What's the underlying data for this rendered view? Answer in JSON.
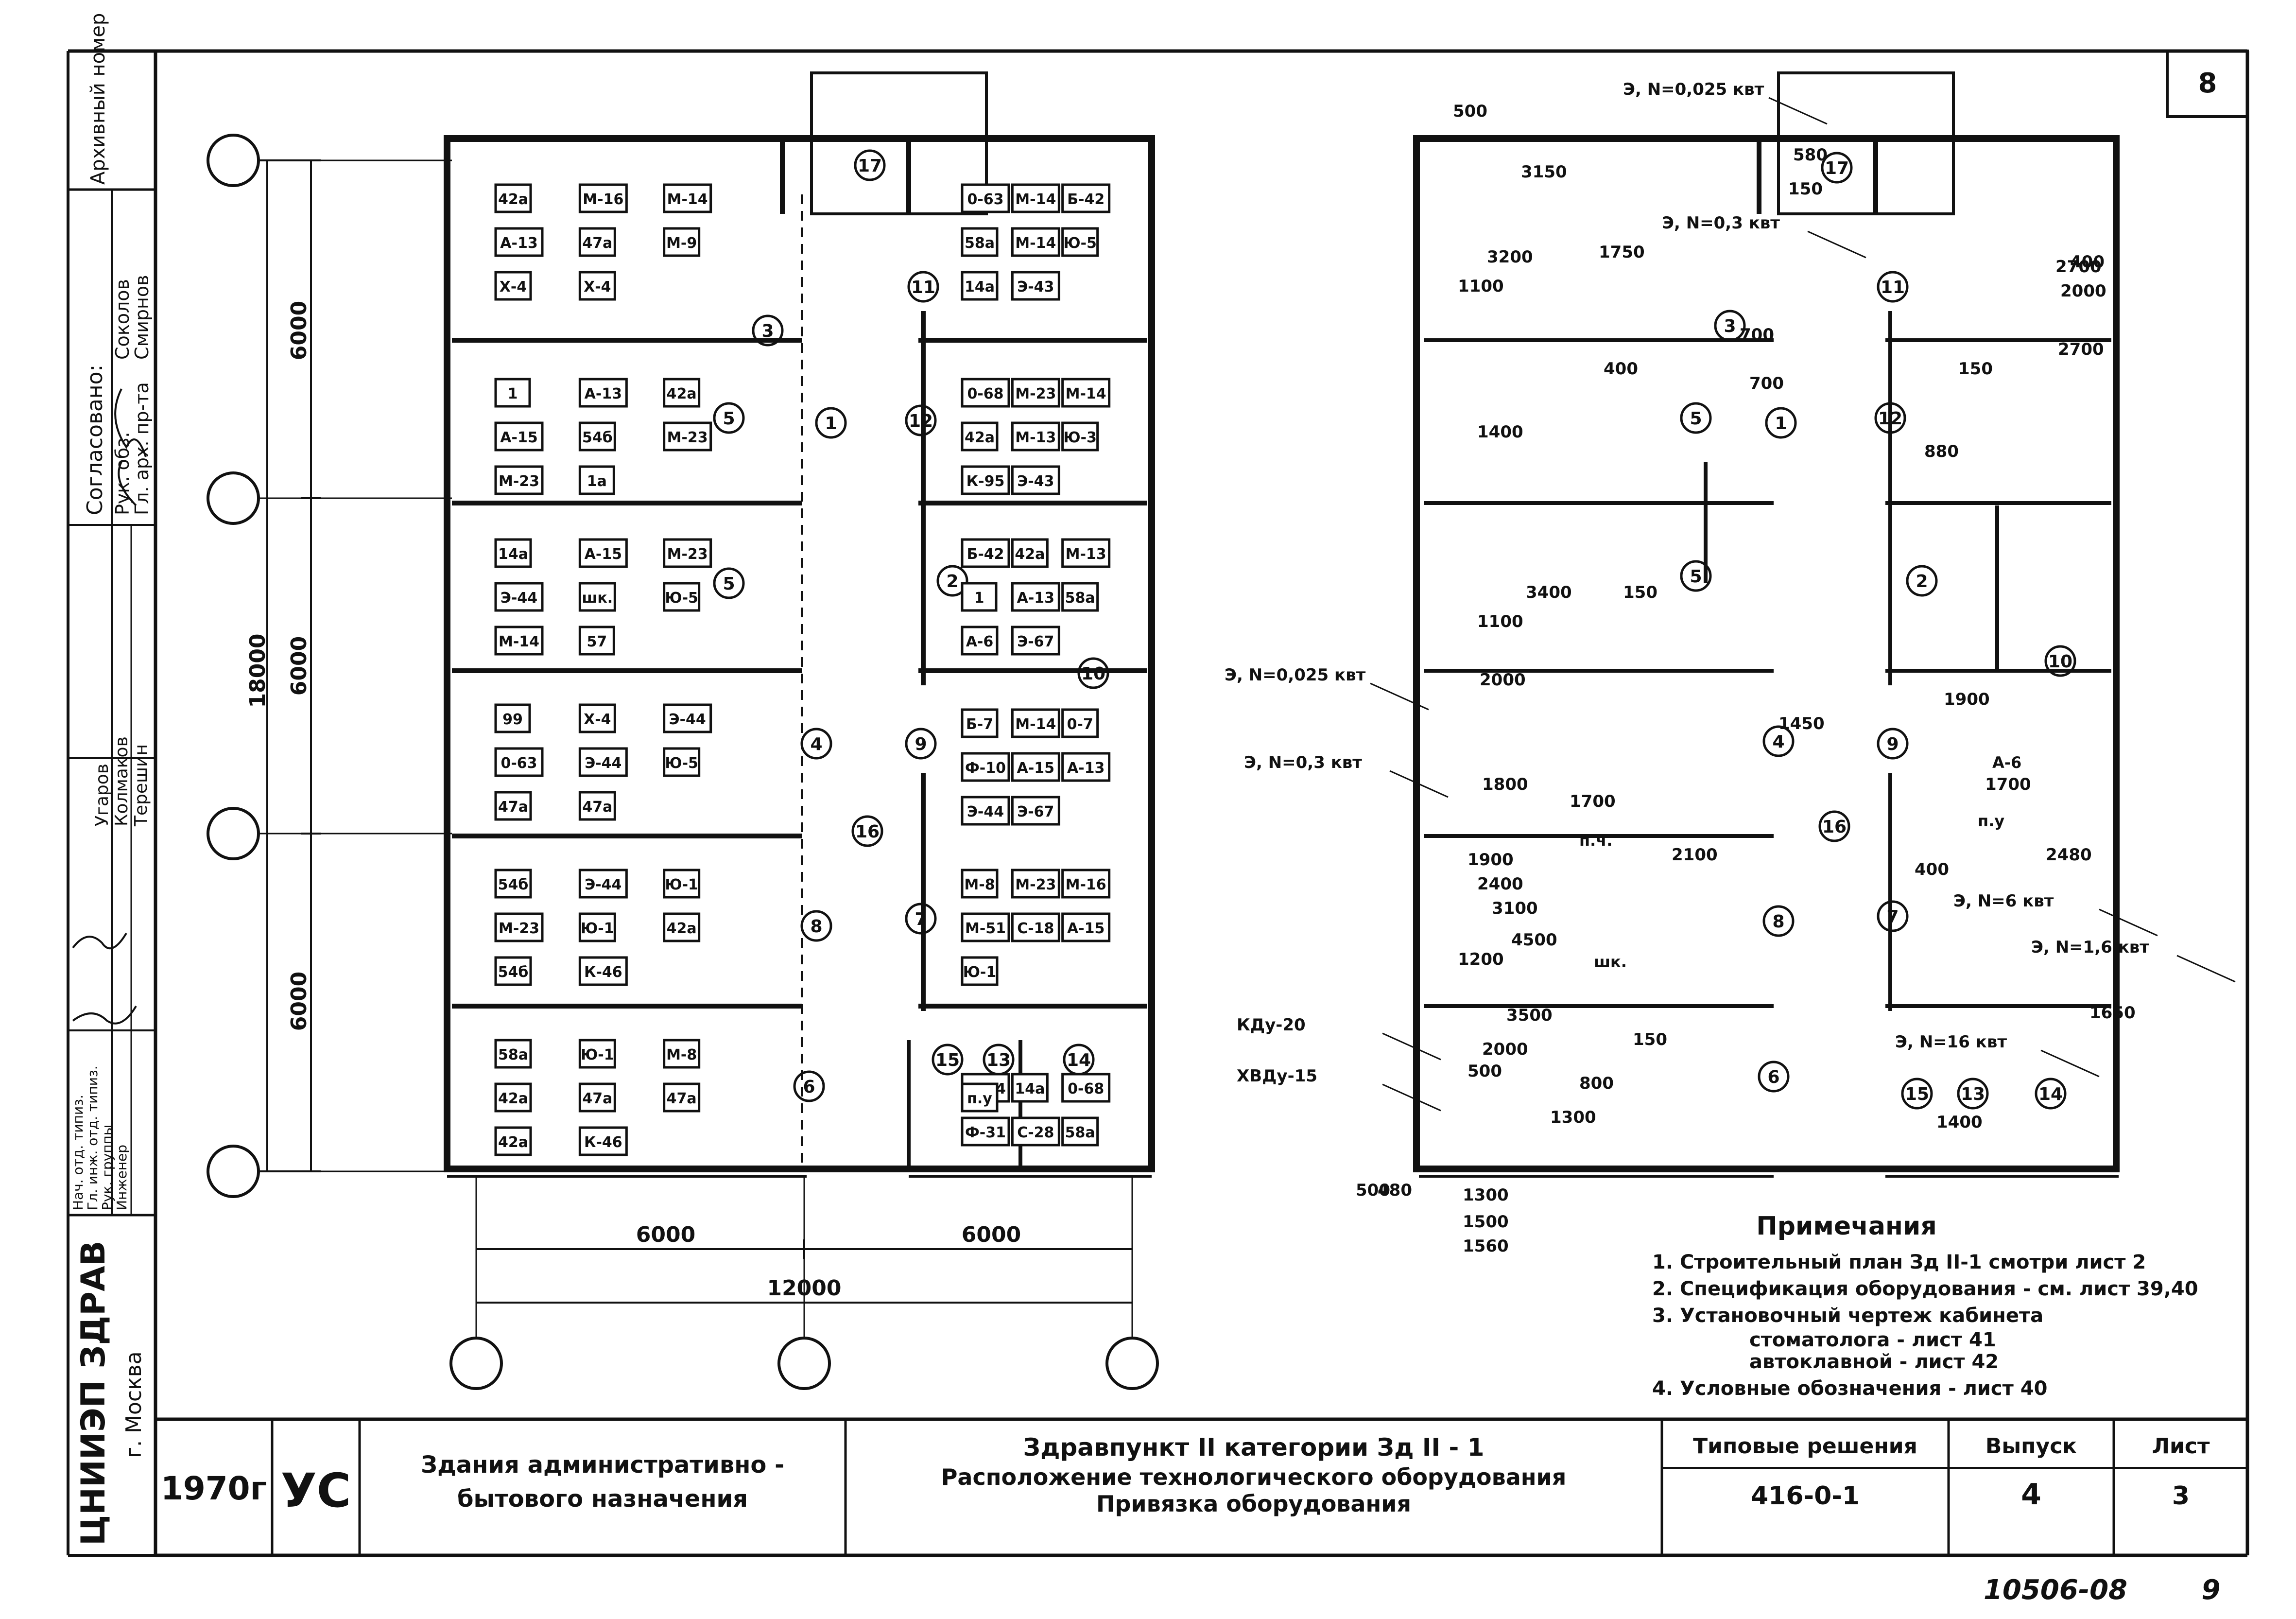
{
  "sheet_number": "8",
  "bottom_code": "10506-08",
  "bottom_page": "9",
  "vertical_stamp": {
    "archive_label": "Архивный номер",
    "approved_label": "Согласовано:",
    "rows": [
      {
        "role": "Рук. обз.",
        "name": "Соколов"
      },
      {
        "role": "Гл. арх. пр-та",
        "name": "Смирнов"
      }
    ],
    "staff": [
      {
        "role": "Нач. отд. типиз.",
        "name": "Угаров"
      },
      {
        "role": "Гл. инж. отд. типиз.",
        "name": "Колмаков"
      },
      {
        "role": "Рук. группы",
        "name": "Терешин"
      },
      {
        "role": "Инженер",
        "name": ""
      }
    ],
    "org": "ЦНИИЭП ЗДРАВ",
    "city": "г. Москва"
  },
  "title_block": {
    "year": "1970г",
    "code": "УС",
    "category_line1": "Здания административно -",
    "category_line2": "бытового назначения",
    "title_line1": "Здравпункт II категории Зд II - 1",
    "title_line2": "Расположение технологического оборудования",
    "title_line3": "Привязка оборудования",
    "typical_label": "Типовые решения",
    "typical_value": "416-0-1",
    "issue_label": "Выпуск",
    "issue_value": "4",
    "sheet_label": "Лист",
    "sheet_value": "3"
  },
  "notes": {
    "heading": "Примечания",
    "items": [
      "1. Строительный план Зд II-1 смотри лист 2",
      "2. Спецификация оборудования - см. лист 39,40",
      "3. Установочный чертеж кабинета",
      "стоматолога   -   лист 41",
      "автоклавной   -   лист 42",
      "4. Условные обозначения - лист 40"
    ]
  },
  "left_plan": {
    "dims": {
      "total_vertical": "18000",
      "seg": [
        "6000",
        "6000",
        "6000"
      ],
      "bottom_total": "12000",
      "bottom_left": "6000",
      "bottom_right": "6000"
    },
    "rooms": [
      "17",
      "11",
      "3",
      "5",
      "1",
      "12",
      "5",
      "2",
      "10",
      "4",
      "9",
      "16",
      "8",
      "7",
      "6",
      "15",
      "13",
      "14"
    ],
    "equipment": [
      "42а",
      "1",
      "14а",
      "99",
      "54б",
      "58а",
      "0-63",
      "0-68",
      "Б-42",
      "Б-7",
      "М-8",
      "М-34",
      "М-16",
      "А-13",
      "А-15",
      "Х-4",
      "Э-44",
      "Ю-1",
      "М-14",
      "М-23",
      "42а",
      "М-14",
      "М-23",
      "14а",
      "М-14",
      "42а",
      "М-23",
      "Э-44",
      "Ю-1",
      "М-8",
      "Б-42",
      "М-14",
      "М-13",
      "0-7",
      "М-16",
      "0-68",
      "А-13",
      "А-15",
      "Э-44",
      "0-63",
      "М-23",
      "42а",
      "58а",
      "42а",
      "1",
      "Ф-10",
      "М-51",
      "Ф-31",
      "47а",
      "54б",
      "шк.",
      "Э-44",
      "Ю-1",
      "47а",
      "М-14",
      "М-13",
      "А-13",
      "А-15",
      "С-18",
      "С-28",
      "М-9",
      "М-23",
      "Ю-5",
      "Ю-5",
      "42а",
      "47а",
      "Ю-5",
      "Ю-3",
      "58а",
      "А-13",
      "А-15",
      "58а",
      "Х-4",
      "М-23",
      "М-14",
      "47а",
      "54б",
      "42а",
      "14а",
      "К-95",
      "А-6",
      "Э-44",
      "Ю-1",
      "п.у",
      "Х-4",
      "1а",
      "57",
      "47а",
      "К-46",
      "К-46",
      "Э-43",
      "Э-43",
      "Э-67",
      "Э-67"
    ]
  },
  "right_plan": {
    "callouts": [
      "Э, N=0,025 квт",
      "Э, N=0,3 квт",
      "Э, N=0,025 квт",
      "Э, N=0,3 квт",
      "Э, N=6 квт",
      "Э, N=1,6 квт",
      "Э, N=16 квт",
      "КДу-20",
      "ХВДу-15"
    ],
    "dims": [
      "500",
      "3150",
      "3200",
      "1100",
      "1750",
      "2700",
      "2000",
      "2700",
      "400",
      "150",
      "700",
      "700",
      "1400",
      "880",
      "3400",
      "150",
      "1100",
      "2000",
      "1450",
      "1900",
      "1800",
      "1700",
      "1700",
      "1900",
      "2100",
      "2400",
      "3100",
      "2480",
      "4500",
      "1200",
      "3500",
      "150",
      "1650",
      "2000",
      "500",
      "800",
      "1300",
      "1400",
      "500",
      "480",
      "1300",
      "1500",
      "1560",
      "400",
      "400",
      "580",
      "150"
    ],
    "rooms": [
      "17",
      "11",
      "3",
      "5",
      "1",
      "12",
      "5",
      "2",
      "10",
      "4",
      "9",
      "16",
      "8",
      "7",
      "6",
      "15",
      "13",
      "14"
    ],
    "labels": [
      "п.ч.",
      "шк.",
      "п.у",
      "А-6"
    ]
  }
}
